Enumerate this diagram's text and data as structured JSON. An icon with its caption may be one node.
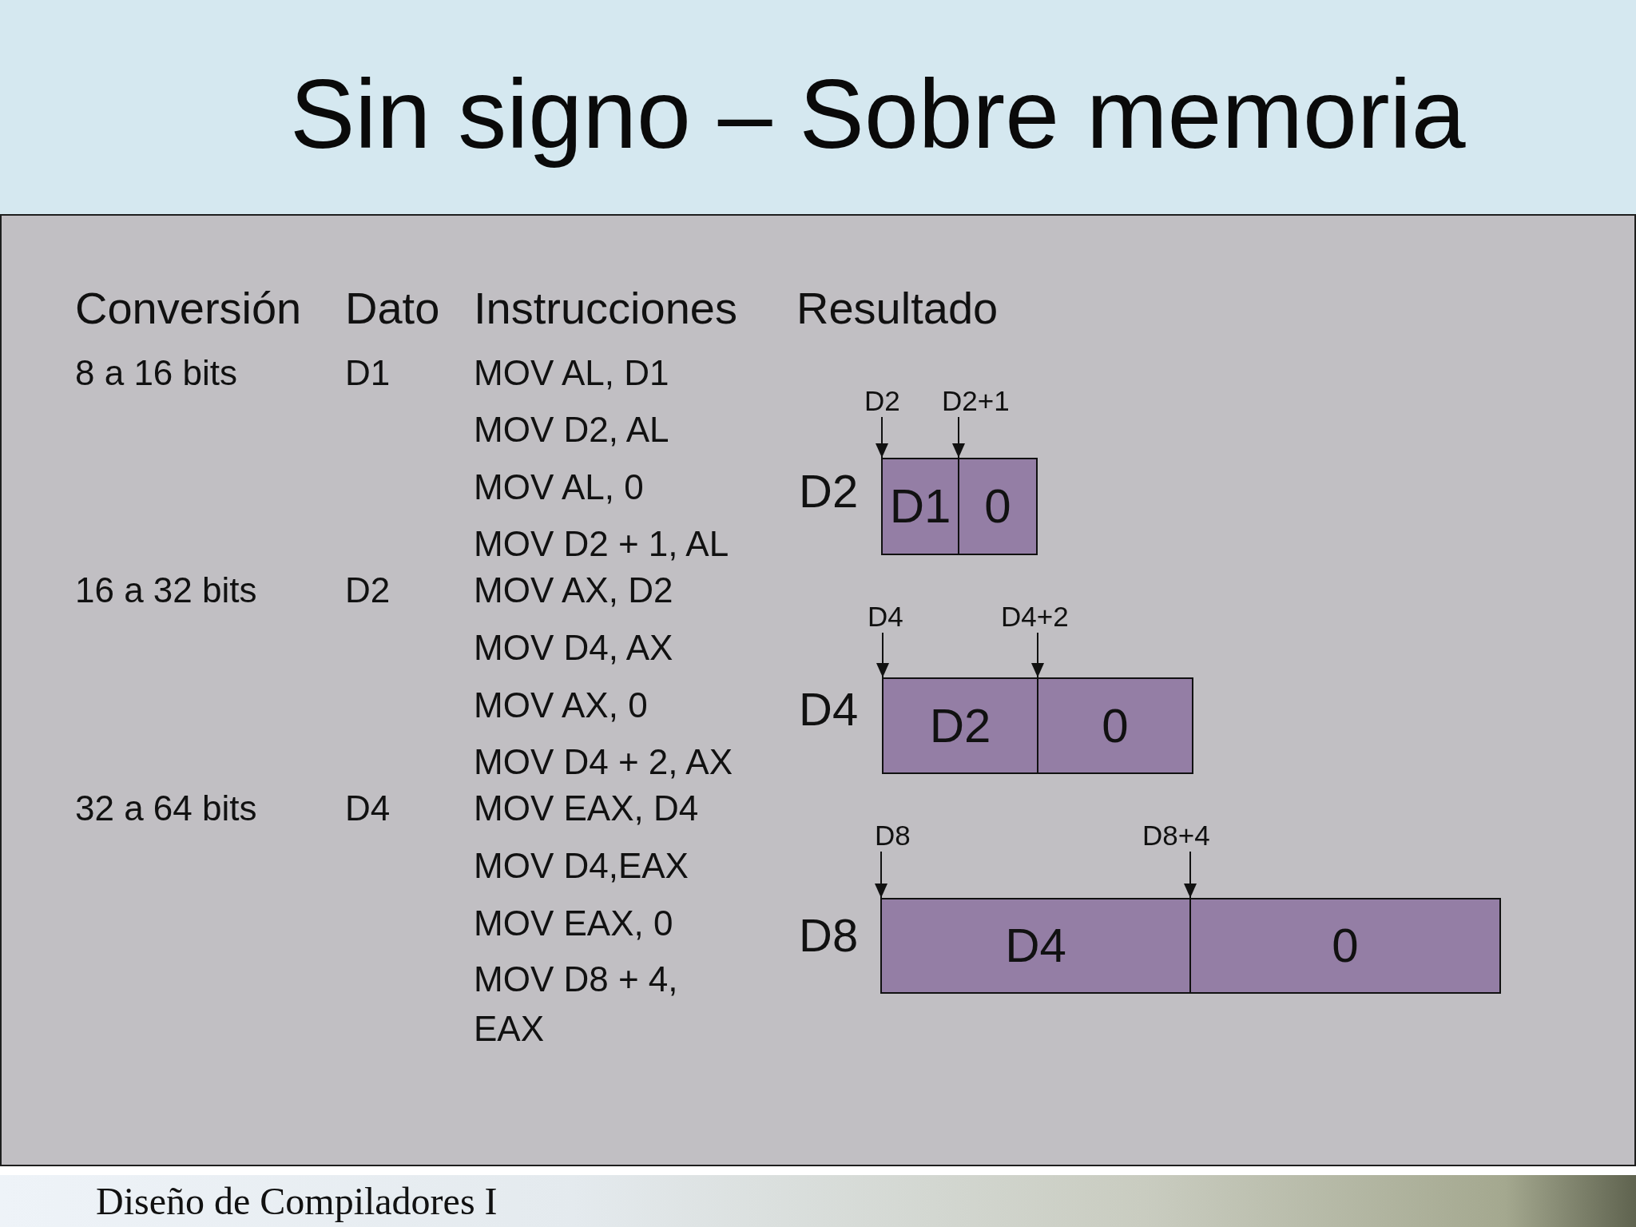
{
  "diagram": {
    "title": "Sin signo – Sobre memoria",
    "caption": "Diseño de Compiladores I",
    "nodes": [
      {
        "text": [
          "D2"
        ]
      },
      {
        "text": [
          "D2+1"
        ]
      },
      {
        "text": [
          "D1"
        ]
      },
      {
        "text": [
          "0"
        ]
      },
      {
        "text": [
          "D4"
        ]
      },
      {
        "text": [
          "D4+2"
        ]
      },
      {
        "text": [
          "D2"
        ]
      },
      {
        "text": [
          "0"
        ]
      },
      {
        "text": [
          "D8"
        ]
      },
      {
        "text": [
          "D8+4"
        ]
      },
      {
        "text": [
          "D4"
        ]
      },
      {
        "text": [
          "0"
        ]
      }
    ],
    "edges": [
      {
        "from": 0,
        "to": 2,
        "arrow": "to"
      },
      {
        "from": 1,
        "to": 3,
        "arrow": "to"
      },
      {
        "from": 4,
        "to": 6,
        "arrow": "to"
      },
      {
        "from": 5,
        "to": 7,
        "arrow": "to"
      },
      {
        "from": 8,
        "to": 10,
        "arrow": "to"
      },
      {
        "from": 9,
        "to": 11,
        "arrow": "to"
      }
    ],
    "labels": [
      "Conversión",
      "Dato",
      "Instrucciones",
      "Resultado",
      "8 a 16 bits",
      "D1",
      "MOV AL, D1",
      "MOV D2, AL",
      "MOV AL, 0",
      "MOV D2 + 1, AL",
      "16 a 32 bits",
      "D2",
      "MOV AX, D2",
      "MOV D4, AX",
      "MOV AX, 0",
      "MOV D4 + 2, AX",
      "32 a 64 bits",
      "D4",
      "MOV EAX, D4",
      "MOV D4,EAX",
      "MOV EAX, 0",
      "MOV D8 + 4, EAX",
      "D2",
      "D4",
      "D8"
    ]
  }
}
